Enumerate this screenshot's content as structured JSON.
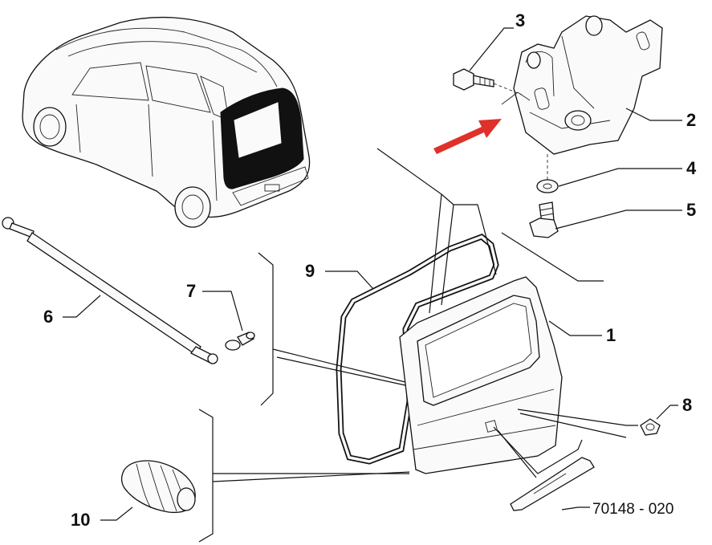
{
  "diagram": {
    "reference_code": "70148 - 020",
    "accent_color": "#e0302b",
    "callouts": [
      {
        "id": "c1",
        "label": "1"
      },
      {
        "id": "c2",
        "label": "2"
      },
      {
        "id": "c3",
        "label": "3"
      },
      {
        "id": "c4",
        "label": "4"
      },
      {
        "id": "c5",
        "label": "5"
      },
      {
        "id": "c6",
        "label": "6"
      },
      {
        "id": "c7",
        "label": "7"
      },
      {
        "id": "c8",
        "label": "8"
      },
      {
        "id": "c9",
        "label": "9"
      },
      {
        "id": "c10",
        "label": "10"
      }
    ]
  }
}
